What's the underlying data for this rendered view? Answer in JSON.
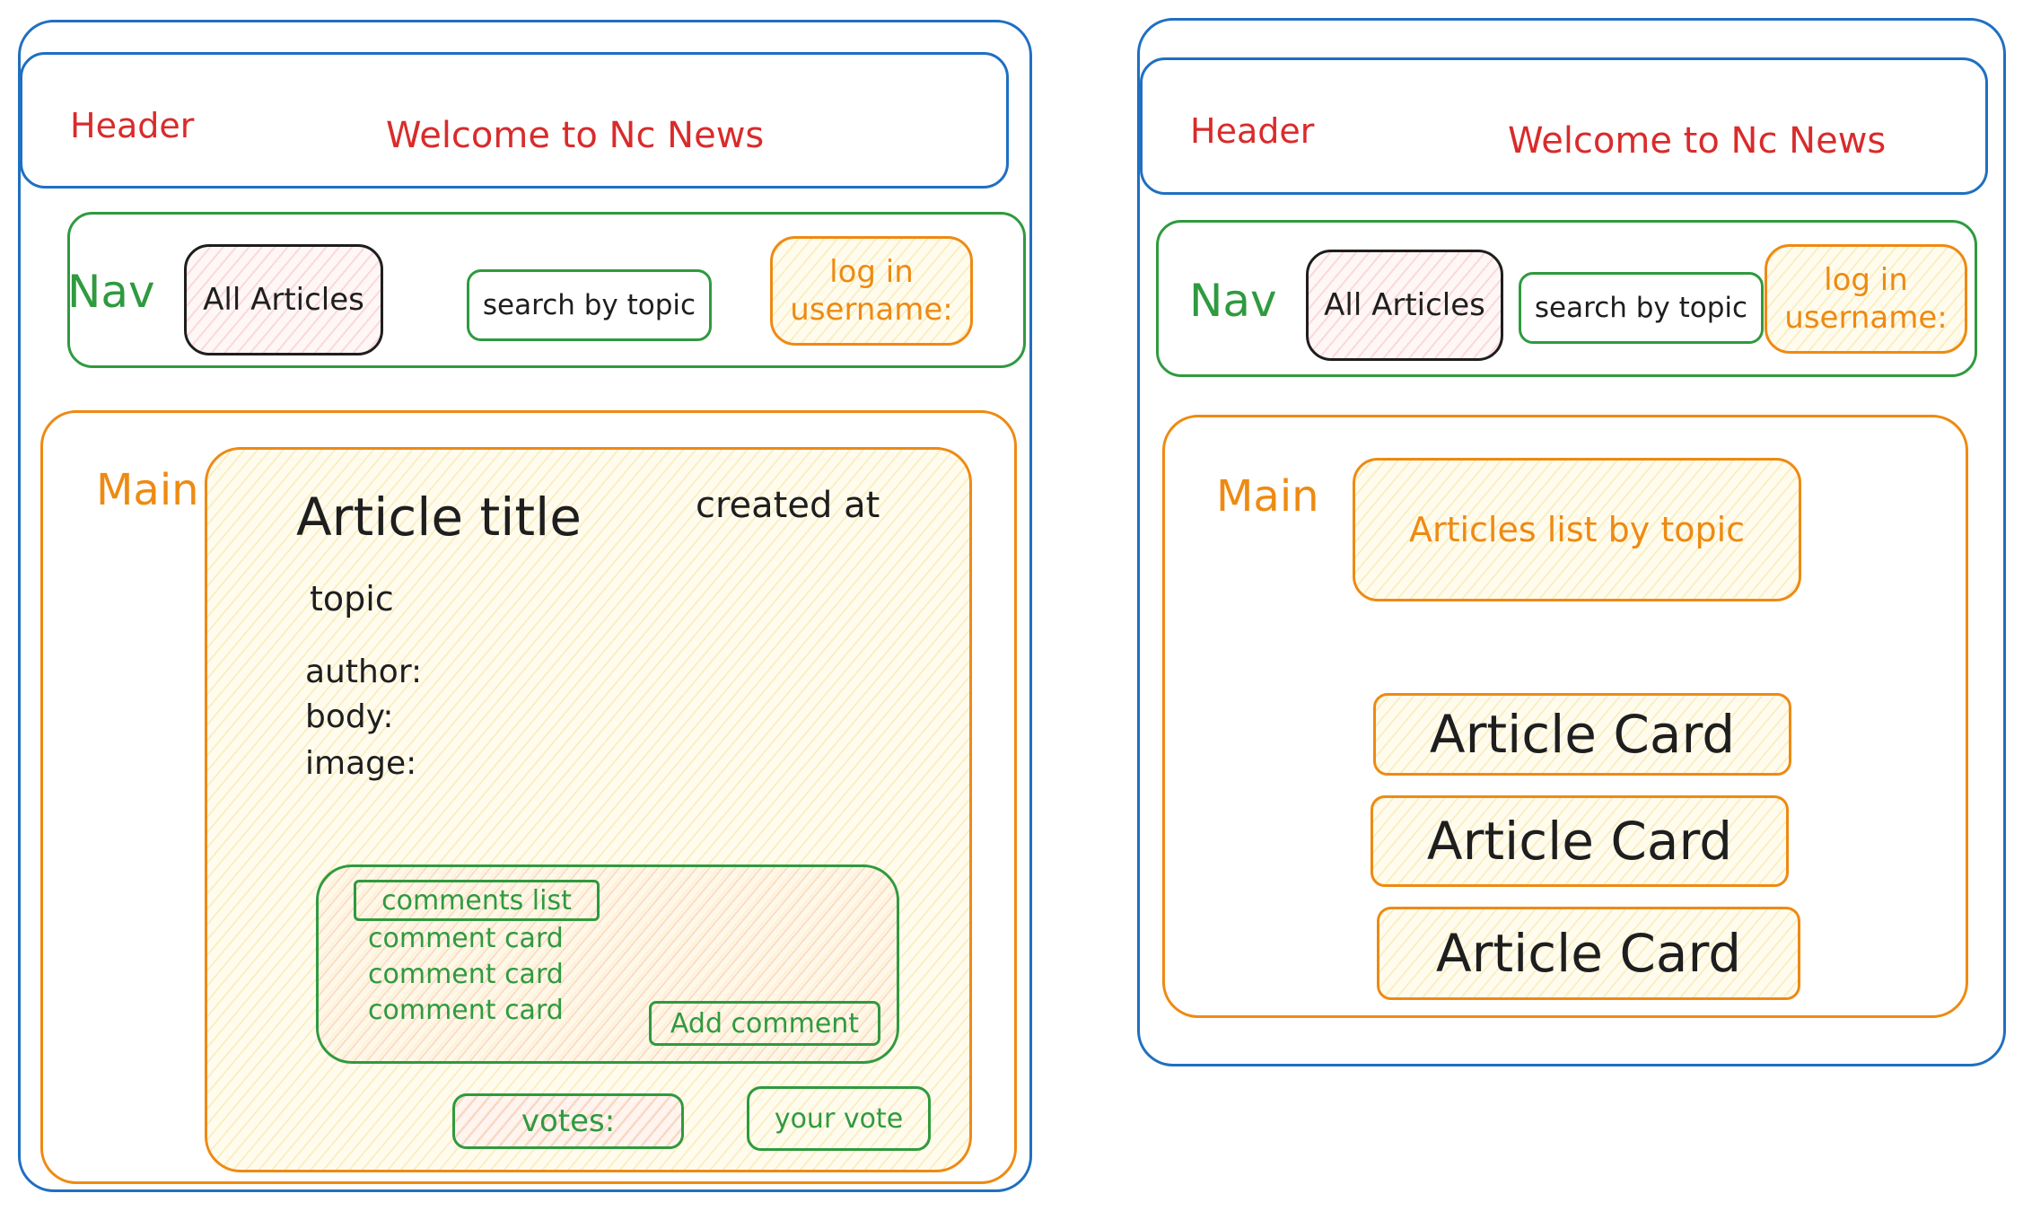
{
  "left": {
    "header_label": "Header",
    "header_title": "Welcome to Nc News",
    "nav_label": "Nav",
    "nav_all_articles": "All Articles",
    "nav_search": "search by topic",
    "nav_login_line1": "log in",
    "nav_login_line2": "username:",
    "main_label": "Main",
    "article_title": "Article title",
    "created_at": "created at",
    "topic": "topic",
    "author": "author:",
    "body": "body:",
    "image": "image:",
    "comments_list": "comments list",
    "comment_cards": [
      "comment card",
      "comment card",
      "comment card"
    ],
    "add_comment": "Add comment",
    "votes": "votes:",
    "your_vote": "your vote"
  },
  "right": {
    "header_label": "Header",
    "header_title": "Welcome to Nc News",
    "nav_label": "Nav",
    "nav_all_articles": "All Articles",
    "nav_search": "search by topic",
    "nav_login_line1": "log in",
    "nav_login_line2": "username:",
    "main_label": "Main",
    "articles_list": "Articles list by topic",
    "article_cards": [
      "Article Card",
      "Article Card",
      "Article Card"
    ]
  },
  "colors": {
    "blue": "#1f6fc2",
    "green": "#2f9a3f",
    "orange": "#ee8a12",
    "red": "#d92b2b",
    "dark": "#1e1e1e"
  }
}
